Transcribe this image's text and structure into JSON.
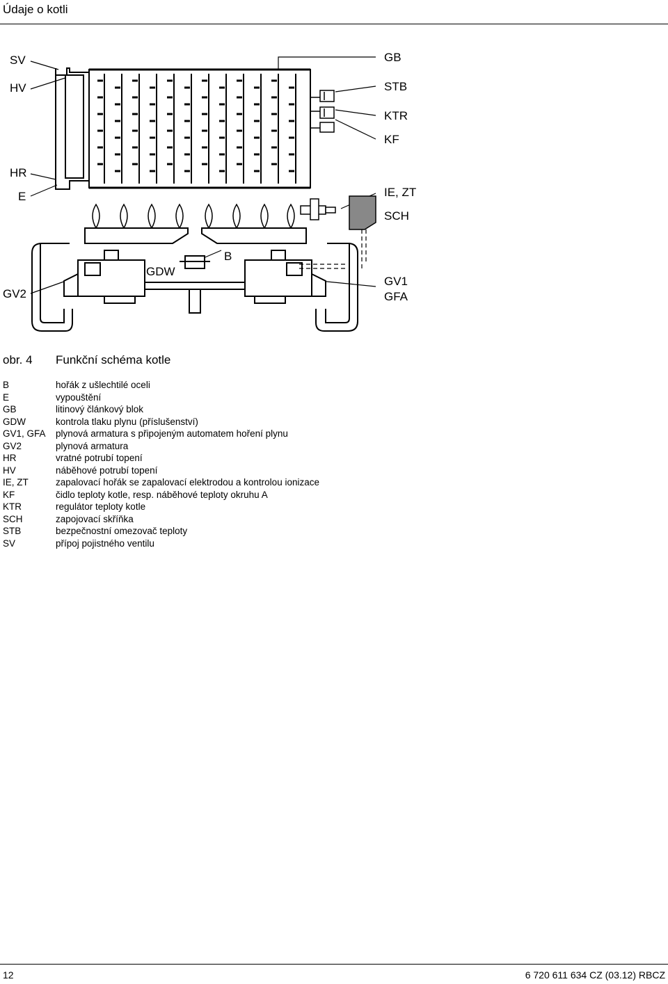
{
  "header": {
    "title": "Údaje o kotli"
  },
  "diagram": {
    "labels": {
      "sv": "SV",
      "hv": "HV",
      "hr": "HR",
      "e": "E",
      "gv2": "GV2",
      "gb": "GB",
      "stb": "STB",
      "ktr": "KTR",
      "kf": "KF",
      "ie_zt": "IE, ZT",
      "sch": "SCH",
      "gdw": "GDW",
      "b": "B",
      "gv1": "GV1",
      "gfa": "GFA"
    }
  },
  "caption": {
    "number": "obr. 4",
    "text": "Funkční schéma kotle"
  },
  "legend": [
    {
      "code": "B",
      "desc": "hořák z ušlechtilé oceli"
    },
    {
      "code": "E",
      "desc": "vypouštění"
    },
    {
      "code": "GB",
      "desc": "litinový článkový blok"
    },
    {
      "code": "GDW",
      "desc": "kontrola tlaku plynu (příslušenství)"
    },
    {
      "code": "GV1, GFA",
      "desc": "plynová armatura s připojeným automatem hoření plynu"
    },
    {
      "code": "GV2",
      "desc": "plynová armatura"
    },
    {
      "code": "HR",
      "desc": "vratné potrubí topení"
    },
    {
      "code": "HV",
      "desc": "náběhové potrubí topení"
    },
    {
      "code": "IE, ZT",
      "desc": "zapalovací hořák se zapalovací elektrodou a kontrolou ionizace"
    },
    {
      "code": "KF",
      "desc": "čidlo teploty kotle, resp. náběhové teploty okruhu A"
    },
    {
      "code": "KTR",
      "desc": "regulátor teploty kotle"
    },
    {
      "code": "SCH",
      "desc": "zapojovací skříňka"
    },
    {
      "code": "STB",
      "desc": "bezpečnostní omezovač teploty"
    },
    {
      "code": "SV",
      "desc": "přípoj pojistného ventilu"
    }
  ],
  "footer": {
    "page": "12",
    "doc": "6 720 611 634 CZ (03.12) RBCZ"
  }
}
